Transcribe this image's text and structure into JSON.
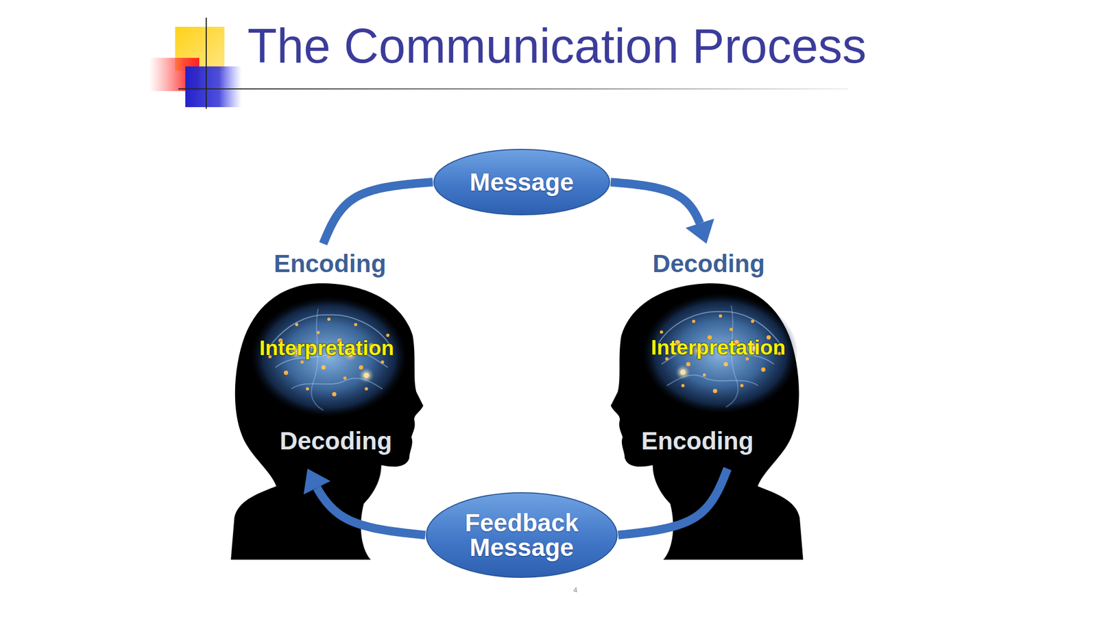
{
  "diagram": {
    "title": "The Communication Process",
    "nodes": [
      {
        "text": [
          "Message"
        ]
      },
      {
        "text": [
          "Encoding",
          "Interpretation",
          "Decoding"
        ]
      },
      {
        "text": [
          "Decoding",
          "Interpretation",
          "Encoding"
        ]
      },
      {
        "text": [
          "Feedback Message"
        ]
      }
    ],
    "edges": [
      {
        "from": 1,
        "to": 0,
        "arrow": "none"
      },
      {
        "from": 0,
        "to": 2,
        "arrow": "to"
      },
      {
        "from": 2,
        "to": 3,
        "arrow": "none"
      },
      {
        "from": 3,
        "to": 1,
        "arrow": "to"
      }
    ],
    "labels": [
      "4"
    ]
  }
}
